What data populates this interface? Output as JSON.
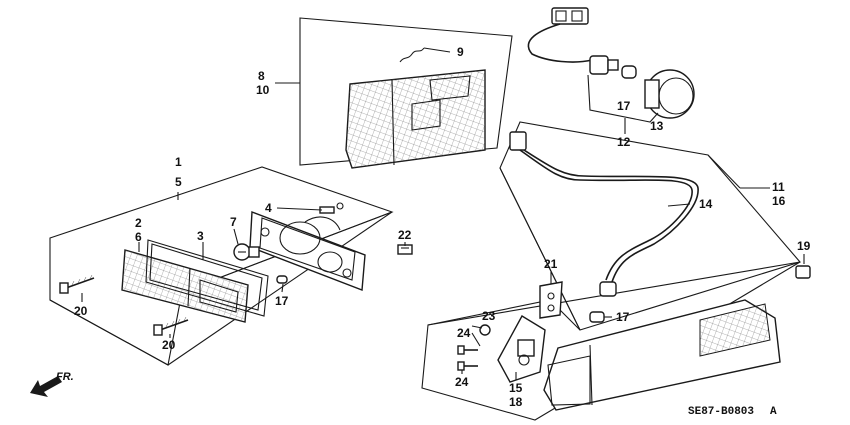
{
  "callouts": {
    "c1": "1",
    "c5": "5",
    "c2": "2",
    "c6": "6",
    "c3": "3",
    "c7": "7",
    "c4": "4",
    "c22": "22",
    "c17a": "17",
    "c20a": "20",
    "c20b": "20",
    "c8": "8",
    "c10": "10",
    "c9": "9",
    "c17b": "17",
    "c12": "12",
    "c13": "13",
    "c11": "11",
    "c16": "16",
    "c14": "14",
    "c19": "19",
    "c21": "21",
    "c17c": "17",
    "c23": "23",
    "c24a": "24",
    "c24b": "24",
    "c15": "15",
    "c18": "18"
  },
  "direction_arrow": {
    "label": "FR."
  },
  "diagram_code": {
    "main": "SE87-B0803",
    "suffix": "A"
  }
}
